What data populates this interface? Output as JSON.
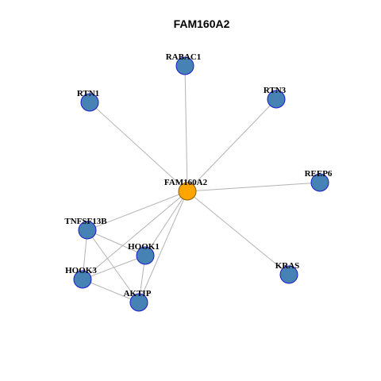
{
  "title": "FAM160A2",
  "colors": {
    "center_fill": "#FFA500",
    "node_fill": "#4682B4",
    "node_stroke": "#1A1ACC",
    "center_stroke": "#8B5A00",
    "edge": "#B3B3B3"
  },
  "nodes": [
    {
      "id": "FAM160A2",
      "label": "FAM160A2",
      "center": true
    },
    {
      "id": "RABAC1",
      "label": "RABAC1"
    },
    {
      "id": "RTN1",
      "label": "RTN1"
    },
    {
      "id": "RTN3",
      "label": "RTN3"
    },
    {
      "id": "REEP6",
      "label": "REEP6"
    },
    {
      "id": "TNFSF13B",
      "label": "TNFSF13B"
    },
    {
      "id": "HOOK1",
      "label": "HOOK1"
    },
    {
      "id": "HOOK3",
      "label": "HOOK3"
    },
    {
      "id": "AKTIP",
      "label": "AKTIP"
    },
    {
      "id": "KRAS",
      "label": "KRAS"
    }
  ],
  "edges": [
    [
      "FAM160A2",
      "RABAC1"
    ],
    [
      "FAM160A2",
      "RTN1"
    ],
    [
      "FAM160A2",
      "RTN3"
    ],
    [
      "FAM160A2",
      "REEP6"
    ],
    [
      "FAM160A2",
      "KRAS"
    ],
    [
      "FAM160A2",
      "TNFSF13B"
    ],
    [
      "FAM160A2",
      "HOOK1"
    ],
    [
      "FAM160A2",
      "HOOK3"
    ],
    [
      "FAM160A2",
      "AKTIP"
    ],
    [
      "TNFSF13B",
      "HOOK1"
    ],
    [
      "TNFSF13B",
      "HOOK3"
    ],
    [
      "TNFSF13B",
      "AKTIP"
    ],
    [
      "HOOK1",
      "HOOK3"
    ],
    [
      "HOOK1",
      "AKTIP"
    ],
    [
      "HOOK3",
      "AKTIP"
    ]
  ]
}
